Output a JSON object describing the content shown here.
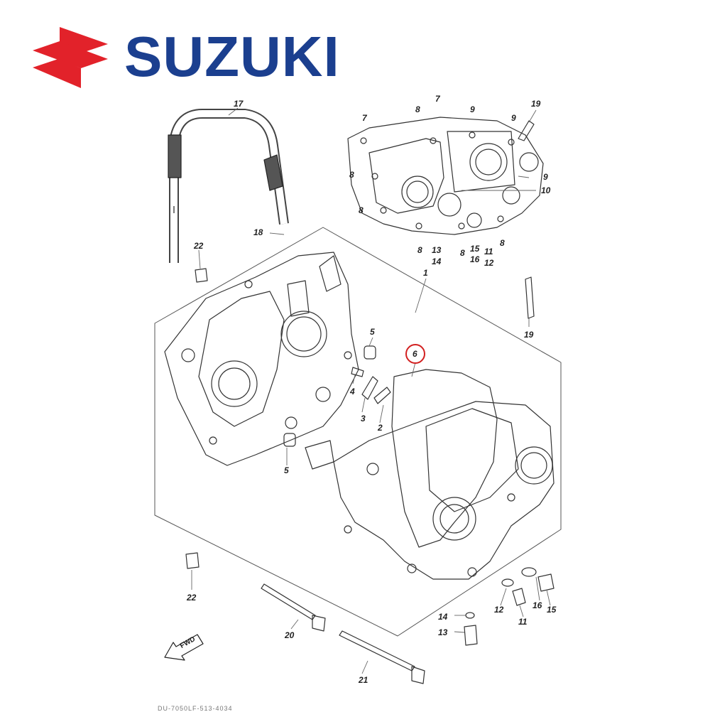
{
  "brand": {
    "name": "SUZUKI",
    "text_color": "#1b3f8f",
    "logo_color": "#e2222a"
  },
  "diagram": {
    "highlight_color": "#d22020",
    "highlighted_part": "6",
    "fwd_label": "FWD",
    "drawing_code": "DU-7050LF-513-4034",
    "part_numbers": [
      "17",
      "18",
      "22",
      "22",
      "5",
      "5",
      "4",
      "3",
      "2",
      "6",
      "1",
      "19",
      "19",
      "7",
      "7",
      "8",
      "8",
      "8",
      "8",
      "8",
      "8",
      "9",
      "9",
      "9",
      "10",
      "13",
      "14",
      "15",
      "16",
      "11",
      "12",
      "14",
      "13",
      "12",
      "11",
      "16",
      "15",
      "20",
      "21"
    ]
  }
}
